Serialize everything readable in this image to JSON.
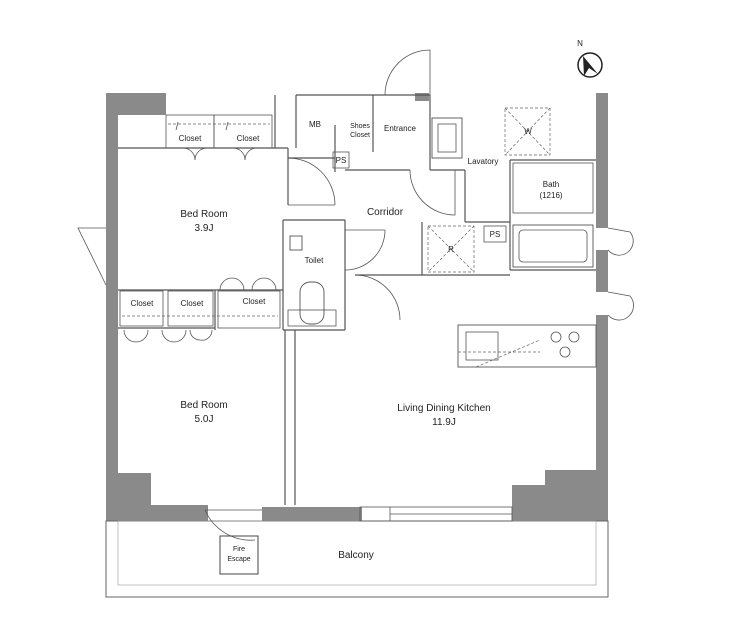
{
  "rooms": {
    "bed_room_1": {
      "name": "Bed Room",
      "size": "3.9J"
    },
    "bed_room_2": {
      "name": "Bed Room",
      "size": "5.0J"
    },
    "ldk": {
      "name": "Living Dining Kitchen",
      "size": "11.9J"
    },
    "corridor": "Corridor",
    "toilet": "Toilet",
    "entrance": "Entrance",
    "lavatory": "Lavatory",
    "bath": {
      "name": "Bath",
      "size": "(1216)"
    },
    "balcony": "Balcony",
    "mb": "MB",
    "shoes_closet": {
      "line1": "Shoes",
      "line2": "Closet"
    },
    "ps_1": "PS",
    "ps_2": "PS",
    "closets": [
      "Closet",
      "Closet",
      "Closet",
      "Closet",
      "Closet"
    ],
    "fire_escape": {
      "line1": "Fire",
      "line2": "Escape"
    },
    "washer": "W",
    "fridge": "R"
  },
  "compass": {
    "label": "N"
  }
}
